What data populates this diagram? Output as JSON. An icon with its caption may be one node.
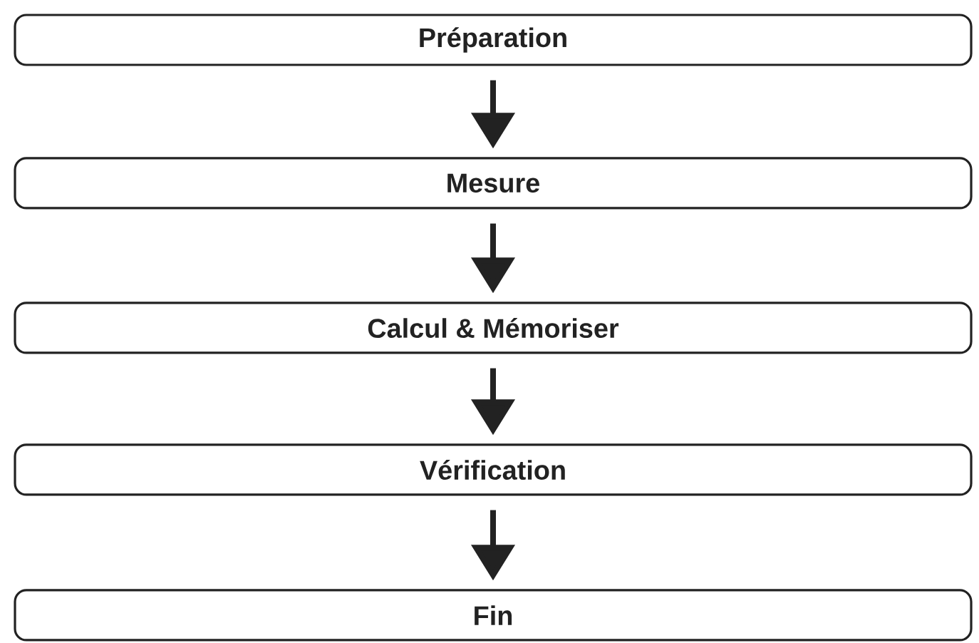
{
  "diagram": {
    "nodes": [
      {
        "text": [
          "Préparation"
        ]
      },
      {
        "text": [
          "Mesure"
        ]
      },
      {
        "text": [
          "Calcul & Mémoriser"
        ]
      },
      {
        "text": [
          "Vérification"
        ]
      },
      {
        "text": [
          "Fin"
        ]
      }
    ],
    "edges": [
      {
        "from": 0,
        "to": 1,
        "arrow": "to"
      },
      {
        "from": 1,
        "to": 2,
        "arrow": "to"
      },
      {
        "from": 2,
        "to": 3,
        "arrow": "to"
      },
      {
        "from": 3,
        "to": 4,
        "arrow": "to"
      }
    ]
  }
}
